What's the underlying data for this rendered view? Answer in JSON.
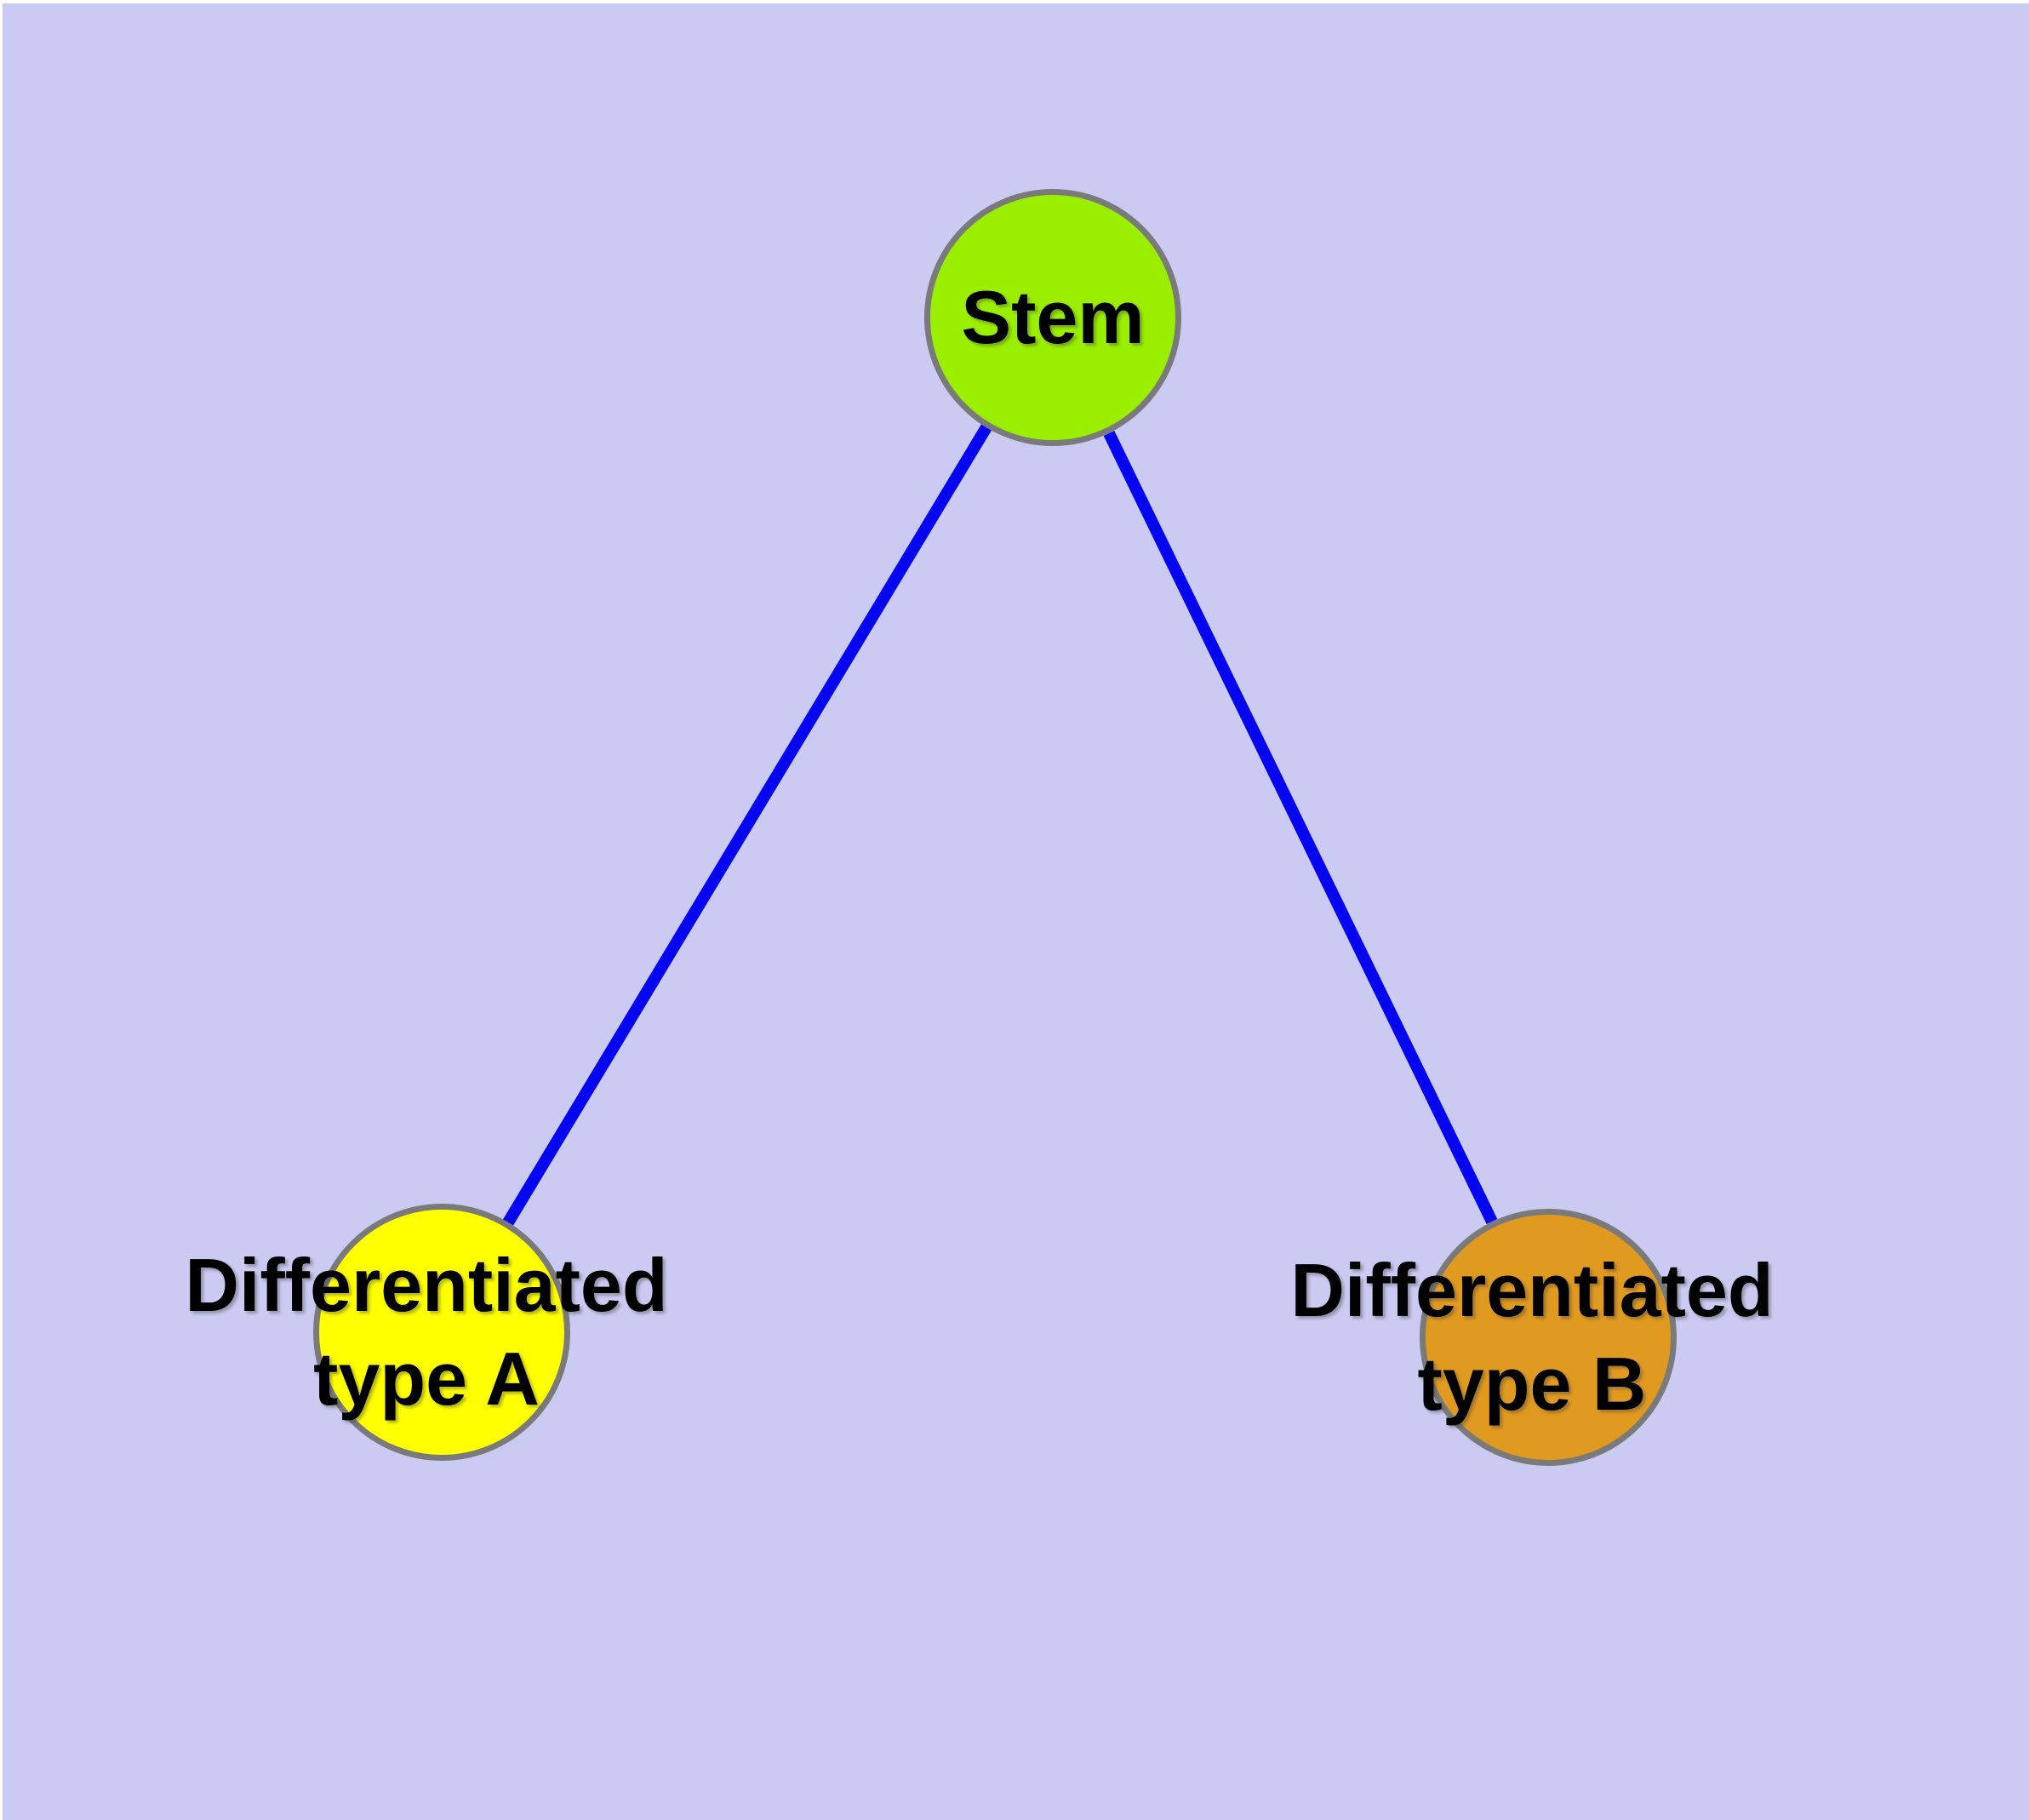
{
  "diagram": {
    "type": "node-link-graph",
    "nodes": [
      {
        "id": "stem",
        "label": "Stem"
      },
      {
        "id": "type-a",
        "label": "Differentiated\ntype A"
      },
      {
        "id": "type-b",
        "label": "Differentiated\ntype B"
      }
    ],
    "edges": [
      {
        "from": "stem",
        "to": "type-a"
      },
      {
        "from": "stem",
        "to": "type-b"
      }
    ]
  },
  "colors": {
    "background": "#CACAF2",
    "node_border": "#7A7A7A",
    "edge": "#0505F0",
    "label": "#000000",
    "stem_fill": "#9AEF00",
    "type_a_fill": "#FFFF00",
    "type_b_fill": "#E09A20"
  }
}
